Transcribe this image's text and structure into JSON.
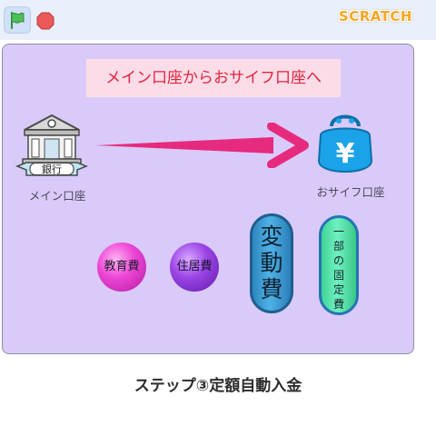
{
  "toolbar": {
    "green_flag_icon": "green-flag-icon",
    "stop_icon": "stop-sign-icon",
    "logo_text": "SCRATCH"
  },
  "stage": {
    "title": "メイン口座からおサイフ口座へ",
    "bank": {
      "sign": "銀行",
      "caption": "メイン口座"
    },
    "wallet": {
      "symbol": "¥",
      "caption": "おサイフ口座"
    },
    "balls": [
      {
        "label": "教育費",
        "color": "#ee46d6"
      },
      {
        "label": "住居費",
        "color": "#9c45e6"
      }
    ],
    "variable_cost": "変動費",
    "fixed_cost": "一部の固定費"
  },
  "caption": "ステップ③定額自動入金",
  "colors": {
    "stage_bg": "#d9caf9",
    "title_bg": "#fcdde7",
    "title_text": "#e4223f",
    "arrow": "#e62a7d",
    "wallet": "#1aa3e8",
    "variable_pill": "#4fb2e6",
    "fixed_pill": "#6ff0c0",
    "flag": "#4cbf56",
    "stop": "#ec5959"
  }
}
